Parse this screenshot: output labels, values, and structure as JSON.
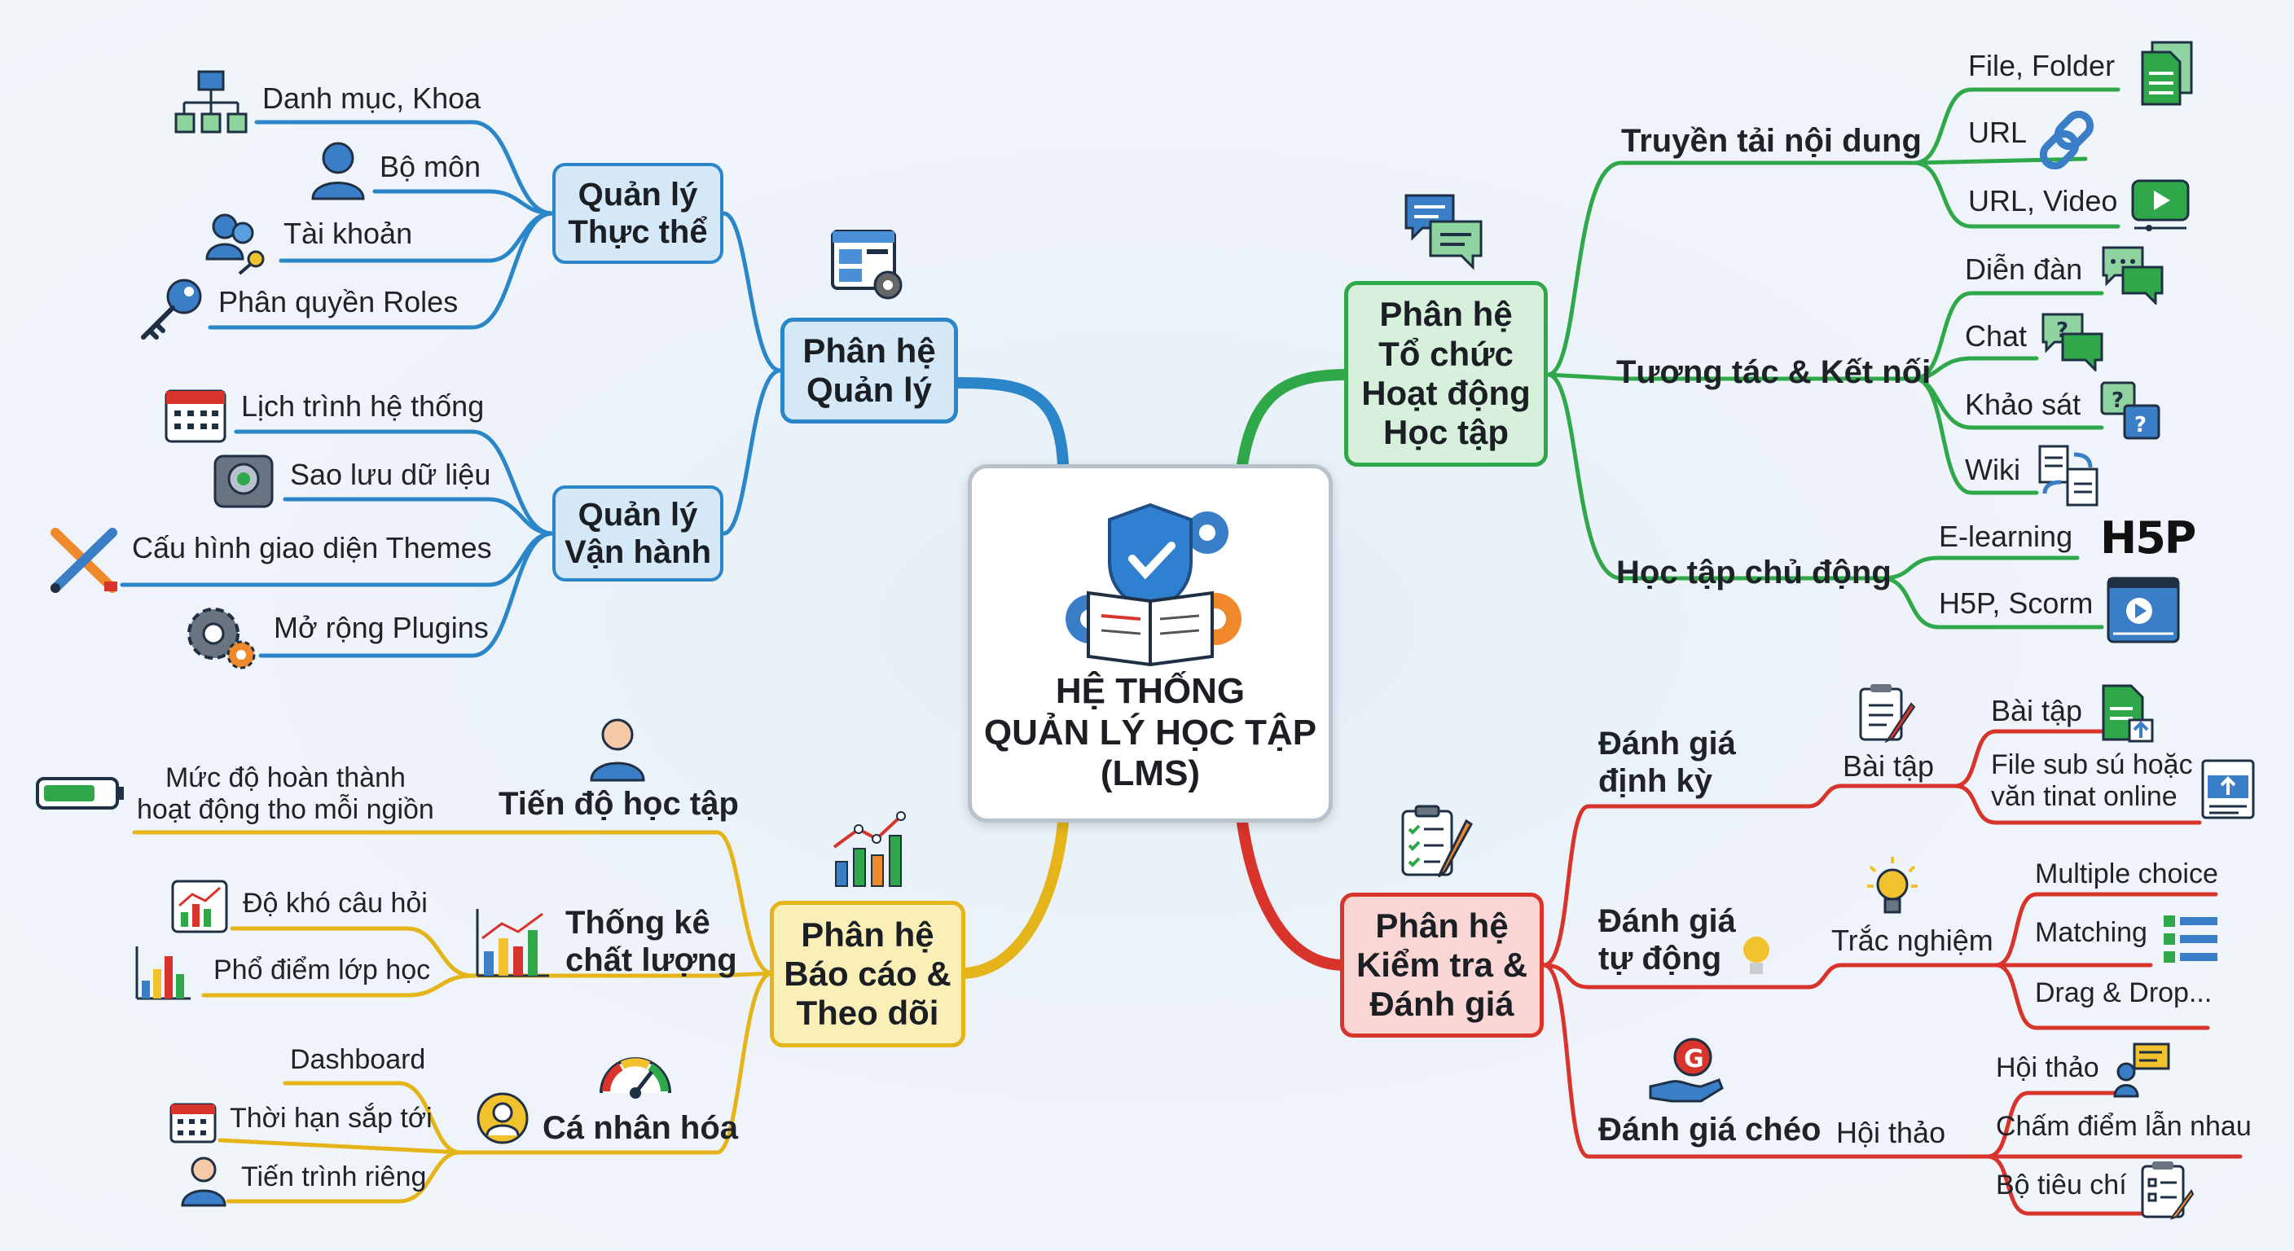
{
  "center": {
    "title": "HỆ THỐNG\nQUẢN LÝ HỌC TẬP\n(LMS)"
  },
  "quan_ly": {
    "title": "Phân hệ\nQuản lý",
    "thuc_the": {
      "title": "Quản lý\nThực thể",
      "items": [
        "Danh mục, Khoa",
        "Bộ môn",
        "Tài khoản",
        "Phân quyền Roles"
      ]
    },
    "van_hanh": {
      "title": "Quản lý\nVận hành",
      "items": [
        "Lịch trình hệ thống",
        "Sao lưu dữ liệu",
        "Cấu hình giao diện Themes",
        "Mở rộng Plugins"
      ]
    }
  },
  "to_chuc": {
    "title": "Phân hệ\nTổ chức\nHoạt động\nHọc tập",
    "truyen_tai": {
      "title": "Truyền tải nội dung",
      "items": [
        "File, Folder",
        "URL",
        "URL, Video"
      ]
    },
    "tuong_tac": {
      "title": "Tương tác & Kết nối",
      "items": [
        "Diễn đàn",
        "Chat",
        "Khảo sát",
        "Wiki"
      ]
    },
    "chu_dong": {
      "title": "Học tập chủ động",
      "items": [
        "E-learning",
        "H5P, Scorm"
      ],
      "logo": "H5P"
    }
  },
  "bao_cao": {
    "title": "Phân hệ\nBáo cáo &\nTheo dõi",
    "tien_do": {
      "title": "Tiến độ học tập",
      "items": [
        "Mức độ hoàn thành\nhoạt động tho mỗi ngiồn"
      ]
    },
    "thong_ke": {
      "title": "Thống kê\nchất lượng",
      "items": [
        "Độ khó câu hỏi",
        "Phổ điểm lớp học"
      ]
    },
    "ca_nhan": {
      "title": "Cá nhân hóa",
      "items": [
        "Dashboard",
        "Thời hạn sắp tới",
        "Tiến trình riêng"
      ]
    }
  },
  "kiem_tra": {
    "title": "Phân hệ\nKiểm tra &\nĐánh giá",
    "dinh_ky": {
      "title": "Đánh giá\nđịnh kỳ",
      "sub": "Bài tập",
      "items": [
        "Bài tập",
        "File sub sú hoặc\nvăn tinat online"
      ]
    },
    "tu_dong": {
      "title": "Đánh giá\ntự động",
      "sub": "Trắc nghiệm",
      "items": [
        "Multiple choice",
        "Matching",
        "Drag & Drop..."
      ]
    },
    "cheo": {
      "title": "Đánh giá chéo",
      "sub": "Hội thảo",
      "items": [
        "Hội thảo",
        "Chấm điểm lẫn nhau",
        "Bộ tiêu chí"
      ]
    }
  },
  "colors": {
    "blue": "#2a86c8",
    "green": "#2fa84a",
    "red": "#d8342c",
    "yellow": "#e4b419"
  }
}
